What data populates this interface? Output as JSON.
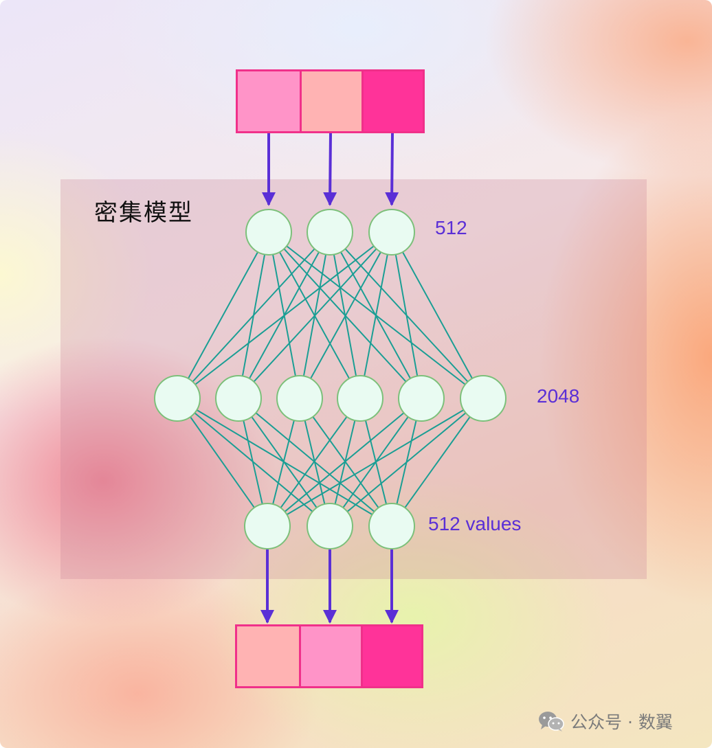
{
  "title": "密集模型",
  "colors": {
    "edge": "#1a9e94",
    "arrow": "#5a2fd6",
    "node_fill": "#e9fbf2",
    "node_stroke": "#7cc07a",
    "vector_border": "#f0308a"
  },
  "input_vector": {
    "cells": [
      "#ff94c8",
      "#ffb3b3",
      "#ff3399"
    ]
  },
  "output_vector": {
    "cells": [
      "#ffb3b3",
      "#ff94c8",
      "#ff3399"
    ]
  },
  "layers": [
    {
      "label": "512",
      "nodes": 3
    },
    {
      "label": "2048",
      "nodes": 6
    },
    {
      "label": "512 values",
      "nodes": 3
    }
  ],
  "watermark": {
    "text": "公众号 · 数翼",
    "icon": "wechat-icon"
  }
}
